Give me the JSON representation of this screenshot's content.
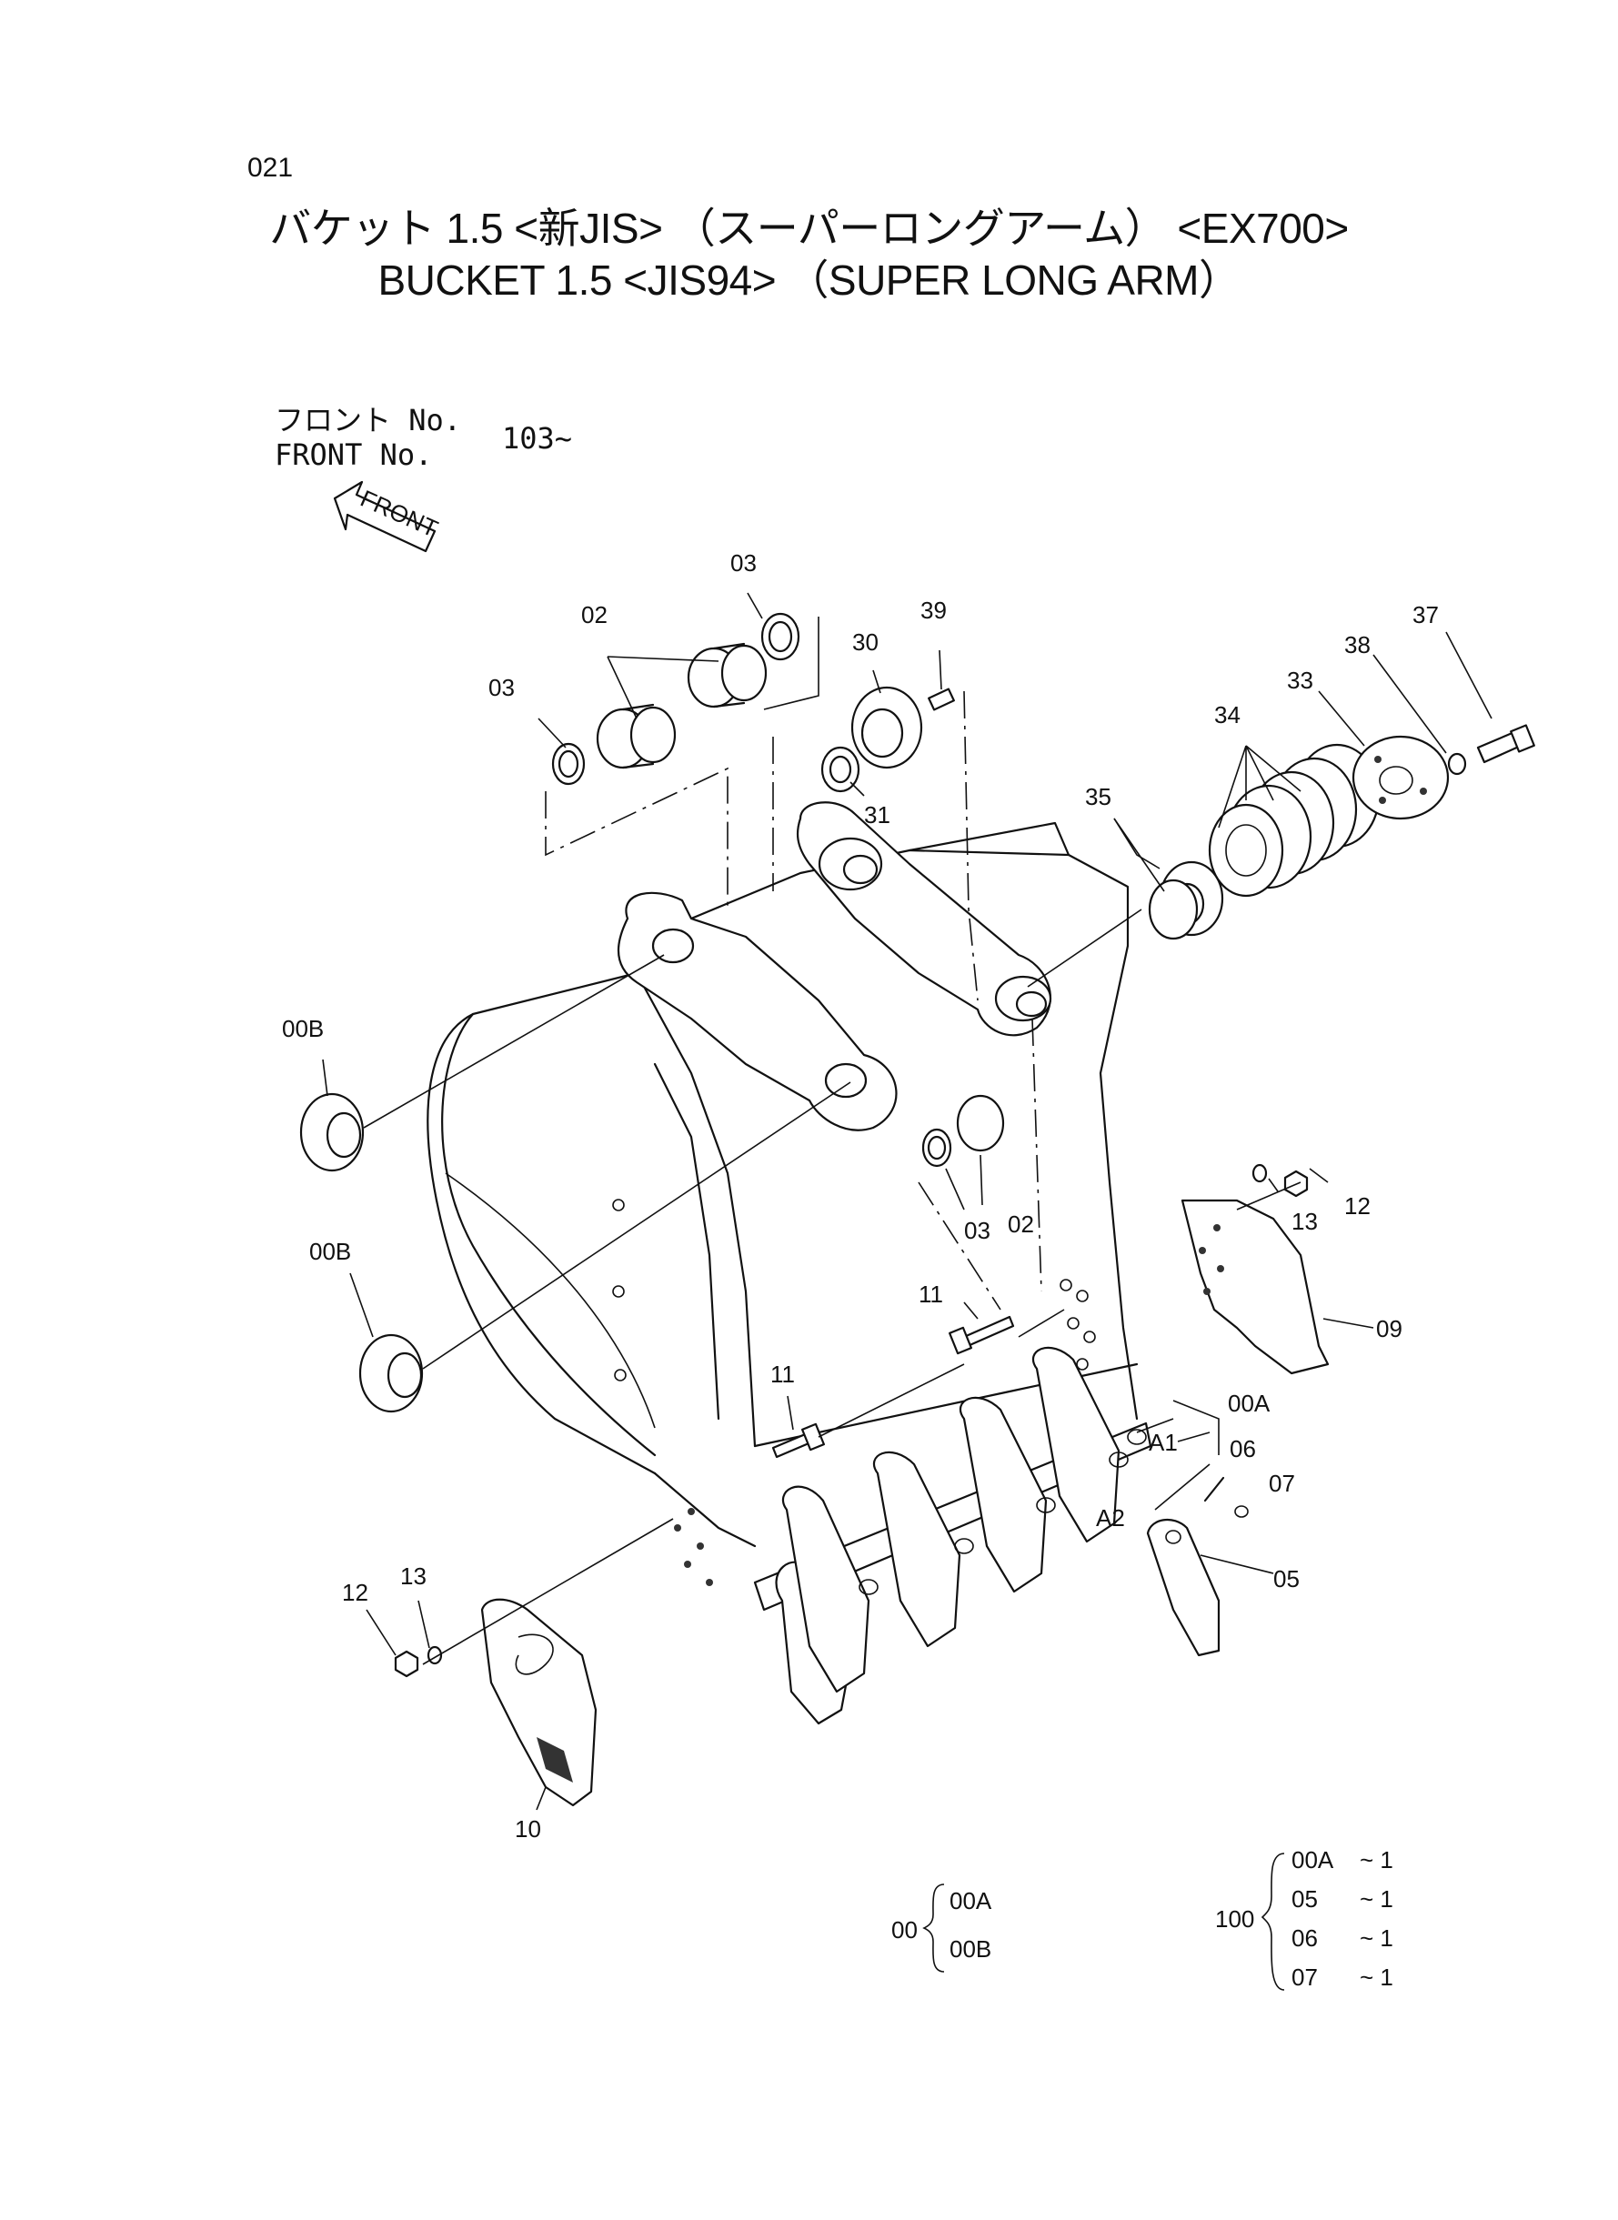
{
  "page_number": "021",
  "title_jp": "バケット 1.5 <新JIS> （スーパーロングアーム） <EX700>",
  "title_en": "BUCKET 1.5 <JIS94> （SUPER LONG ARM）",
  "front_no_jp": "フロント No.",
  "front_no_en": "FRONT No.",
  "front_no_value": "103~",
  "front_arrow_text": "FRONT",
  "callouts": {
    "c02a": "02",
    "c02b": "02",
    "c03a": "03",
    "c03b": "03",
    "c03c": "03",
    "c39": "39",
    "c30": "30",
    "c31": "31",
    "c35": "35",
    "c34": "34",
    "c33": "33",
    "c38": "38",
    "c37": "37",
    "c00Ba": "00B",
    "c00Bb": "00B",
    "c11a": "11",
    "c11b": "11",
    "c13a": "13",
    "c13b": "13",
    "c12a": "12",
    "c12b": "12",
    "c09": "09",
    "c00A": "00A",
    "cA1": "A1",
    "cA2": "A2",
    "c06": "06",
    "c07": "07",
    "c05": "05",
    "c10": "10"
  },
  "legend_00": {
    "parent": "00",
    "children": [
      "00A",
      "00B"
    ]
  },
  "legend_100": {
    "parent": "100",
    "rows": [
      {
        "part": "00A",
        "qty": "~ 1"
      },
      {
        "part": "05",
        "qty": "~ 1"
      },
      {
        "part": "06",
        "qty": "~ 1"
      },
      {
        "part": "07",
        "qty": "~ 1"
      }
    ]
  }
}
